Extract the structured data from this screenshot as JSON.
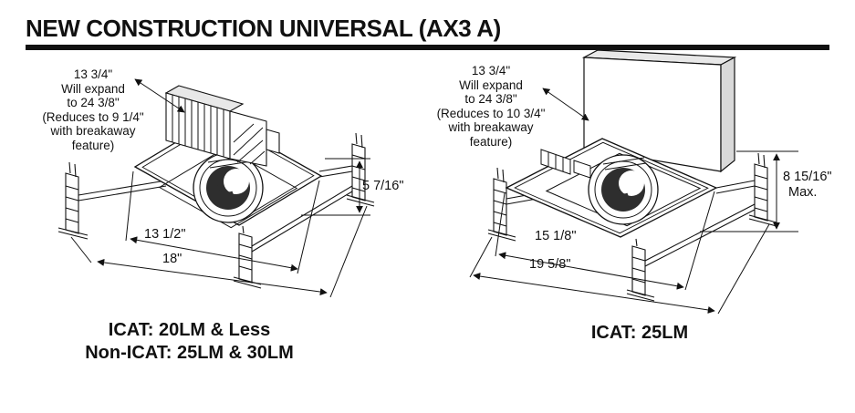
{
  "title": "NEW CONSTRUCTION UNIVERSAL (AX3 A)",
  "colors": {
    "ink": "#111111",
    "paper": "#ffffff"
  },
  "left_figure": {
    "expand_note_lines": [
      "13 3/4\"",
      "Will expand",
      "to 24 3/8\"",
      "(Reduces to 9 1/4\"",
      "with breakaway",
      "feature)"
    ],
    "dims": {
      "height": "5 7/16\"",
      "pan_width": "13 1/2\"",
      "overall_width": "18\""
    },
    "caption_lines": [
      "ICAT: 20LM & Less",
      "Non-ICAT: 25LM & 30LM"
    ]
  },
  "right_figure": {
    "expand_note_lines": [
      "13 3/4\"",
      "Will expand",
      "to 24 3/8\"",
      "(Reduces to 10 3/4\"",
      "with breakaway",
      "feature)"
    ],
    "dims": {
      "height": "8 15/16\"",
      "height_qualifier": "Max.",
      "pan_width": "15 1/8\"",
      "overall_width": "19 5/8\""
    },
    "caption_lines": [
      "ICAT: 25LM"
    ]
  }
}
